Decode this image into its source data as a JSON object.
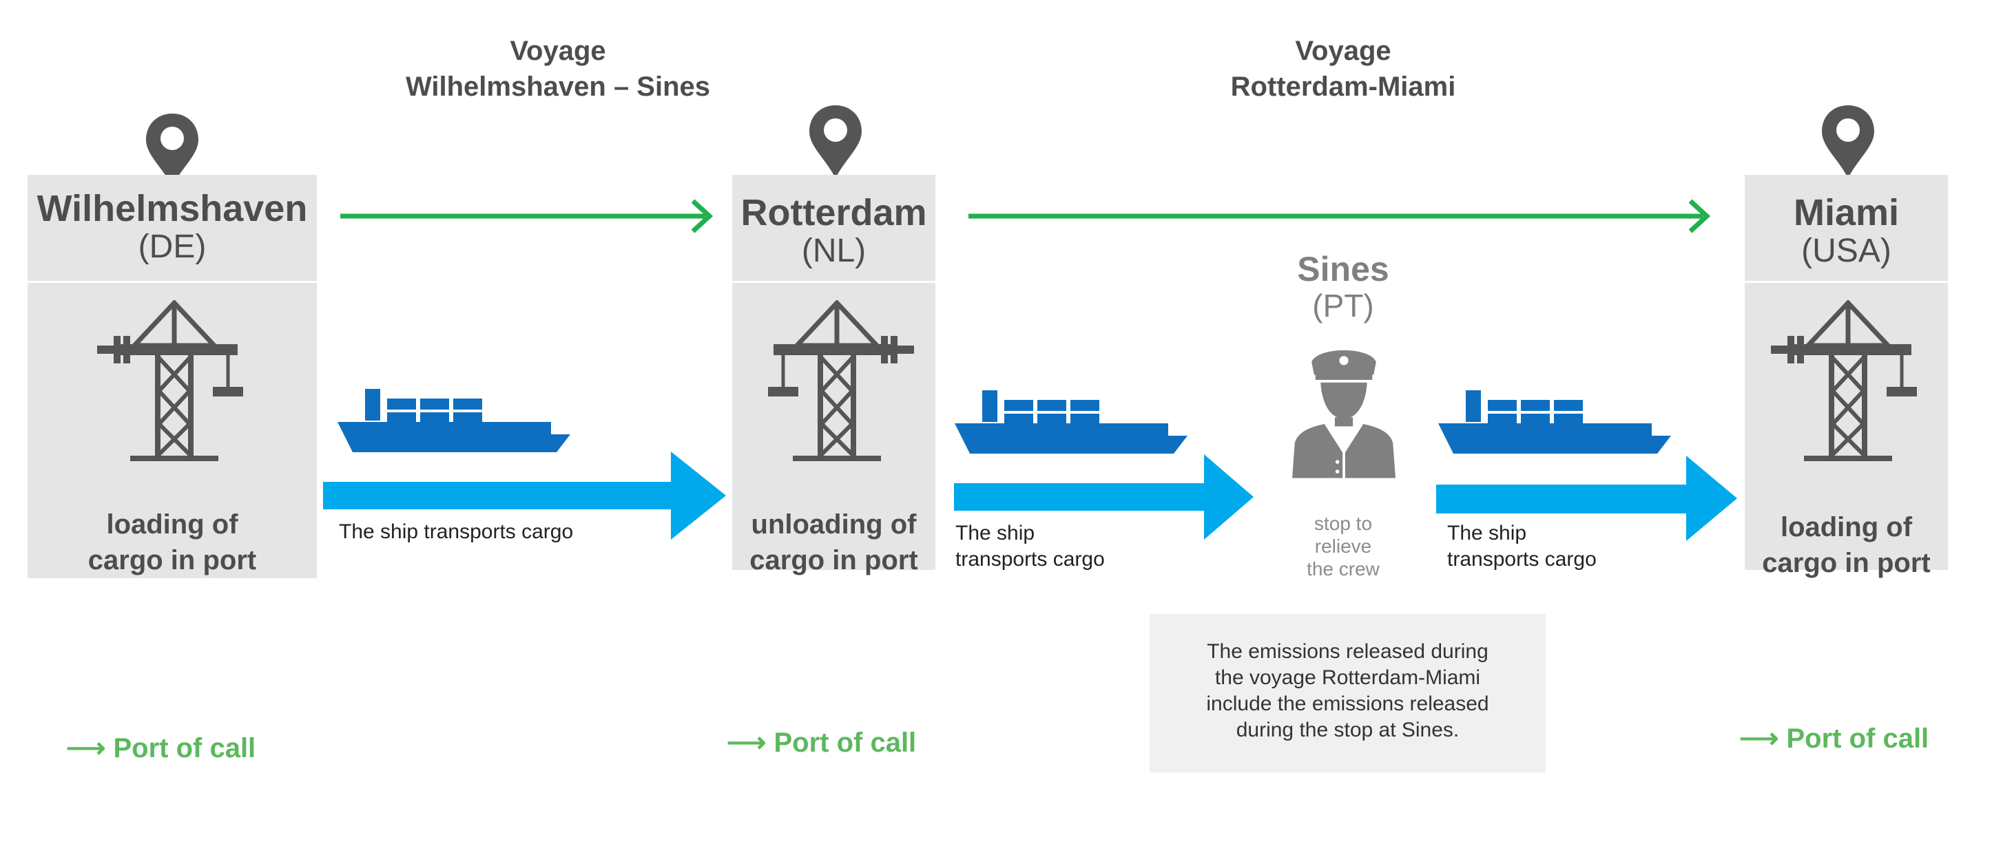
{
  "colors": {
    "green_arrow": "#21b14c",
    "blue_arrow": "#00a9ec",
    "ship": "#0e6fc0",
    "port_call_green": "#5cb85c",
    "icon_gray": "#555555",
    "box_gray": "#e5e5e5"
  },
  "voyages": [
    {
      "label": "Voyage",
      "route": "Wilhelmshaven – Sines"
    },
    {
      "label": "Voyage",
      "route": "Rotterdam-Miami"
    }
  ],
  "ports": [
    {
      "name": "Wilhelmshaven",
      "country": "(DE)",
      "action_line1": "loading of",
      "action_line2": "cargo in port",
      "port_call": "Port of call",
      "icon": "crane-icon"
    },
    {
      "name": "Rotterdam",
      "country": "(NL)",
      "action_line1": "unloading of",
      "action_line2": "cargo in port",
      "port_call": "Port of call",
      "icon": "crane-icon"
    },
    {
      "name": "Miami",
      "country": "(USA)",
      "action_line1": "loading of",
      "action_line2": "cargo in port",
      "port_call": "Port of call",
      "icon": "crane-icon"
    }
  ],
  "stop": {
    "name": "Sines",
    "country": "(PT)",
    "line1": "stop to",
    "line2": "relieve",
    "line3": "the crew",
    "icon": "ship-captain-icon"
  },
  "legs": [
    {
      "caption": "The ship transports cargo",
      "icon": "cargo-ship-icon"
    },
    {
      "caption_line1": "The ship",
      "caption_line2": "transports cargo",
      "icon": "cargo-ship-icon"
    },
    {
      "caption_line1": "The ship",
      "caption_line2": "transports cargo",
      "icon": "cargo-ship-icon"
    }
  ],
  "note": {
    "line1": "The emissions released during",
    "line2": "the voyage Rotterdam-Miami",
    "line3": "include the emissions released",
    "line4": "during the stop at Sines."
  }
}
